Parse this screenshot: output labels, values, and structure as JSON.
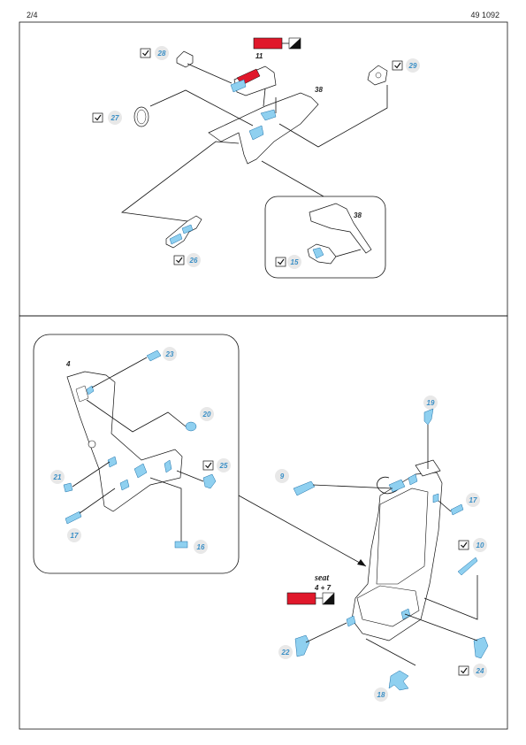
{
  "header": {
    "page": "2/4",
    "catalog": "49 1092"
  },
  "top_section": {
    "paint_refs": [
      {
        "ref": "11",
        "color": "#e0182b"
      }
    ],
    "assembly_refs": [
      "38"
    ],
    "inset": {
      "ref": "38",
      "parts": [
        {
          "num": "15"
        }
      ]
    },
    "parts": [
      {
        "num": "28"
      },
      {
        "num": "27"
      },
      {
        "num": "26"
      },
      {
        "num": "29"
      }
    ]
  },
  "bottom_section": {
    "inset": {
      "ref": "4",
      "parts": [
        {
          "num": "23"
        },
        {
          "num": "20"
        },
        {
          "num": "21"
        },
        {
          "num": "25"
        },
        {
          "num": "17"
        },
        {
          "num": "16"
        }
      ]
    },
    "seat_label": "seat",
    "seat_refs": "4 + 7",
    "seat_color": "#e0182b",
    "parts": [
      {
        "num": "9"
      },
      {
        "num": "19"
      },
      {
        "num": "17"
      },
      {
        "num": "10"
      },
      {
        "num": "22"
      },
      {
        "num": "24"
      },
      {
        "num": "18"
      }
    ]
  },
  "icons": {
    "check": "check-icon",
    "paint_swatch": "paint-swatch-icon",
    "split": "split-square-icon"
  }
}
